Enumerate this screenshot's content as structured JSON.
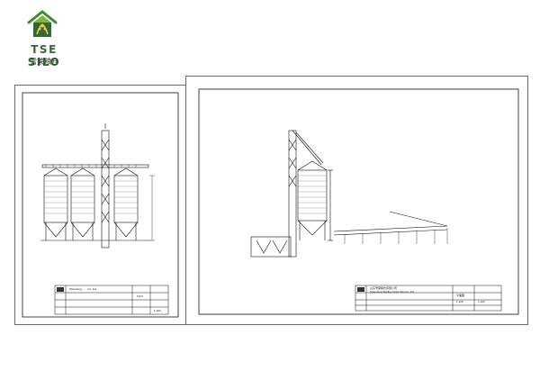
{
  "brand": {
    "name": "TSE SILO",
    "subtitle_cn": "雪莱粮仓",
    "logo_icon": "silo-roof-house-icon",
    "colors": {
      "primary": "#2f6b2f",
      "accent": "#7fb83b",
      "roof": "#3f8a3a"
    }
  },
  "drawings": [
    {
      "title_block": {
        "company": "Shandong ...... Co.,Ltd",
        "name": "SILO",
        "drawing_no": "1:100"
      }
    },
    {
      "title_block": {
        "company_cn": "山东雪莱粮仓有限公司",
        "company": "Shandong Shelley Grain Silo Co.,Ltd",
        "name": "平面图",
        "drawing_no": "1:100",
        "scale": "1:100"
      }
    }
  ]
}
